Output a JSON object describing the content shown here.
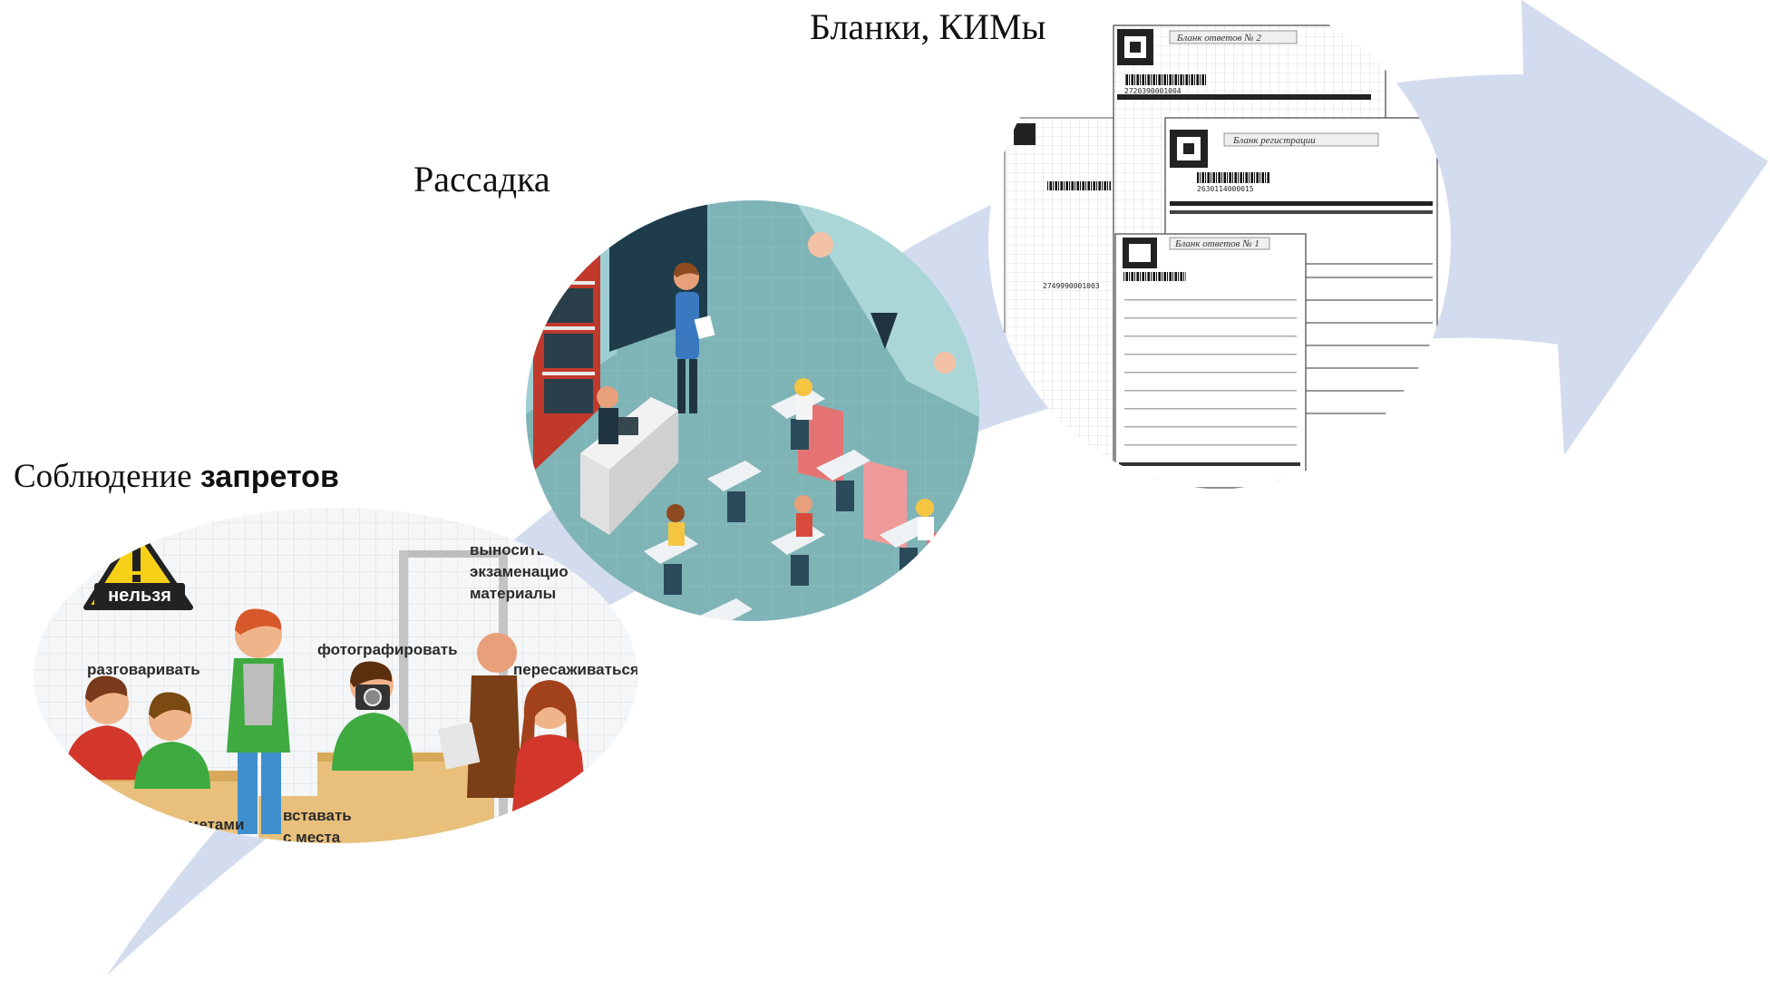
{
  "colors": {
    "arrow": "#d3dcee",
    "classroom_floor": "#7fb4b7",
    "warning_sign": "#f7d117",
    "shirt_green": "#3eaa3f"
  },
  "steps": [
    {
      "caption_regular": "Соблюдение ",
      "caption_bold": "запретов",
      "labels": {
        "warning": "нельзя",
        "talk": "разговаривать",
        "photo": "фотографировать",
        "move": "пересаживаться",
        "carry_1": "выносить",
        "carry_2": "экзаменацио",
        "carry_3": "материалы",
        "stand_1": "вставать",
        "stand_2": "с места",
        "items": "дметами"
      }
    },
    {
      "caption": "Рассадка"
    },
    {
      "caption": "Бланки, КИМы",
      "forms": {
        "answers_2": "Бланк ответов № 2",
        "registration": "Бланк регистрации",
        "answers_1": "Бланк ответов № 1",
        "barcode_1": "2720390001004",
        "barcode_2": "2749990001003",
        "barcode_3": "2630114000015"
      }
    }
  ]
}
